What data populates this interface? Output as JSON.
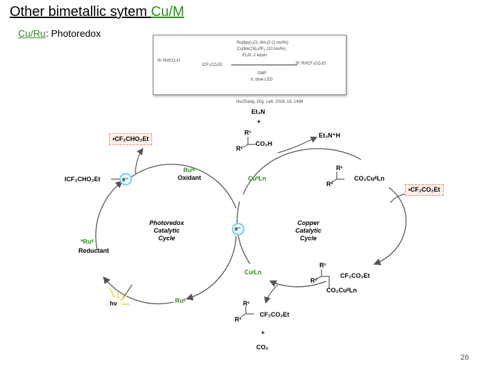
{
  "slide": {
    "title_prefix": "Other bimetallic sytem ",
    "title_accent": "Cu/M",
    "subtitle_accent": "Cu/Ru",
    "subtitle_rest": ": Photoredox",
    "page_number": "26"
  },
  "scheme": {
    "catalyst_line1": "Ru(bpy)₃Cl₂·6H₂O (2 mol%)",
    "catalyst_line2": "Cu(MeCN)₄PF₆ (10 mol%)",
    "catalyst_line3": "Et₃N, 2 equiv",
    "base_line1": "DMF",
    "base_line2": "rt, blue LED",
    "reactant_a": "R¹  R²⁄⁄CO₂H",
    "reactant_b": "ICF₂CO₂Et",
    "product": "R¹ R²⁄⁄CF₂CO₂Et",
    "citation": "Hu/Zhang, Org. Lett. 2016, 18, 1494"
  },
  "diagram": {
    "radical_top": "•CF₂CHO₂Et",
    "reagent_left": "ICF₂CHO₂Et",
    "electron": "e⁻",
    "oxidant_species": "Ruᴵᴵᴵ",
    "oxidant_label": "Oxidant",
    "reductant_species": "*Ruᴵᴵ",
    "reductant_label": "Reductant",
    "ru2_bottom": "Ruᴵᴵ",
    "light": "hν",
    "photoredox_line1": "Photoredox",
    "photoredox_line2": "Catalytic",
    "photoredox_line3": "Cycle",
    "copper_line1": "Copper",
    "copper_line2": "Catalytic",
    "copper_line3": "Cycle",
    "cu2": "CuᴵᴵLn",
    "cu1": "CuᴵLn",
    "et3n": "Et₃N",
    "plus1": "+",
    "acid_r1": "R¹",
    "acid_r2": "R²",
    "acid_group": "CO₂H",
    "et3nh": "Et₃N⁺H",
    "carboxylate_r1": "R¹",
    "carboxylate_r2": "R²",
    "carboxylate_group": "CO₂CuᴵᴵLn",
    "radical_right": "•CF₂CO₂Et",
    "intermediate_r1": "R¹",
    "intermediate_r2": "R²",
    "intermediate_cf": "CF₂CO₂Et",
    "intermediate_cu": "CO₂CuᴵᴵLn",
    "product_r1": "R¹",
    "product_r2": "R²",
    "product_group": "CF₂CO₂Et",
    "plus2": "+",
    "co2": "CO₂"
  },
  "colors": {
    "accent_green": "#2e8b1e",
    "electron_cyan": "#6fd3ef",
    "highlight_box": "#f08a6a",
    "light_yellow": "#e8e25a"
  }
}
